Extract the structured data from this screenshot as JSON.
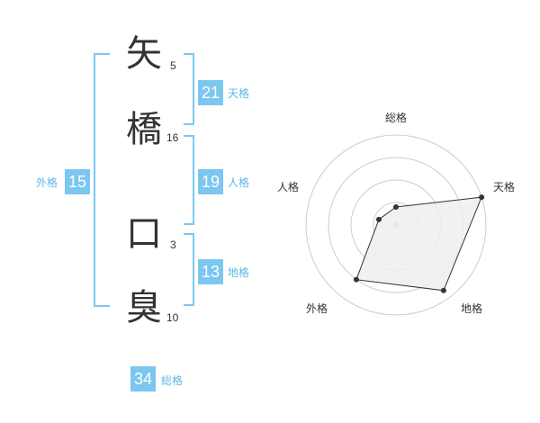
{
  "name_chars": [
    {
      "char": "矢",
      "strokes": "5"
    },
    {
      "char": "橋",
      "strokes": "16"
    },
    {
      "char": "口",
      "strokes": "3"
    },
    {
      "char": "臭",
      "strokes": "10"
    }
  ],
  "fortunes": {
    "tenkaku": {
      "value": "21",
      "label": "天格"
    },
    "jinkaku": {
      "value": "19",
      "label": "人格"
    },
    "chikaku": {
      "value": "13",
      "label": "地格"
    },
    "gaikaku": {
      "value": "15",
      "label": "外格"
    },
    "soukaku": {
      "value": "34",
      "label": "総格"
    }
  },
  "chart_data": {
    "type": "radar",
    "axes": [
      "総格",
      "天格",
      "地格",
      "外格",
      "人格"
    ],
    "values": [
      0.2,
      1.0,
      0.9,
      0.75,
      0.2
    ],
    "rings": 4,
    "colors": {
      "fill": "#eeeeee",
      "line": "#333333",
      "grid": "#cccccc",
      "center": "#bbbbbb"
    }
  }
}
